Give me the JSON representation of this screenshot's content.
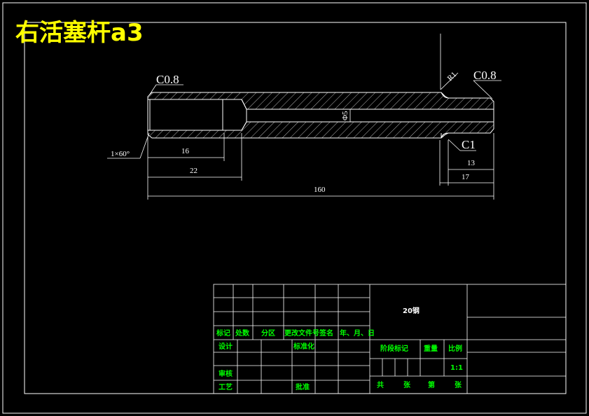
{
  "drawing": {
    "title": "右活塞杆a3",
    "chamfer_left": "C0.8",
    "chamfer_right": "C0.8",
    "chamfer_c1": "C1",
    "hole_chamfer": "1×60°",
    "radius_label": "R1",
    "diameter_label": "Φ5",
    "dims": {
      "d16": "16",
      "d22": "22",
      "d160": "160",
      "d13": "13",
      "d17": "17"
    }
  },
  "title_block": {
    "material": "20钢",
    "headers": {
      "mark": "标记",
      "count": "处数",
      "zone": "分区",
      "doc_no": "更改文件号",
      "sign": "签名",
      "date": "年、月、日"
    },
    "design": "设计",
    "standardize": "标准化",
    "review": "审核",
    "process": "工艺",
    "approve": "批准",
    "stage_mark": "阶段标记",
    "weight": "重量",
    "scale_label": "比例",
    "scale_value": "1:1",
    "total": "共",
    "sheets": "张",
    "page": "第",
    "sheet": "张"
  }
}
